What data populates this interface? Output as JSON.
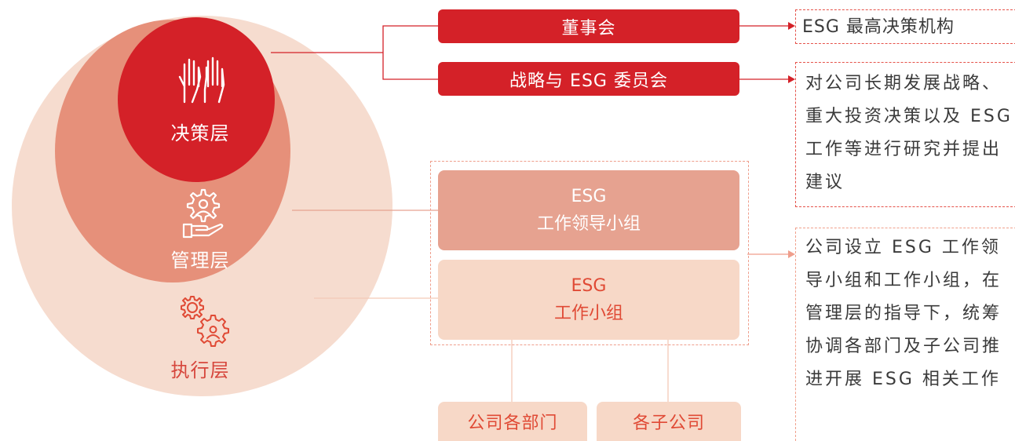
{
  "layers": {
    "decision": "决策层",
    "management": "管理层",
    "execution": "执行层"
  },
  "boxes": {
    "board": "董事会",
    "committee": "战略与 ESG 委员会",
    "lead_group_line1": "ESG",
    "lead_group_line2": "工作领导小组",
    "work_group_line1": "ESG",
    "work_group_line2": "工作小组",
    "departments": "公司各部门",
    "subsidiaries": "各子公司"
  },
  "descriptions": {
    "board": "ESG 最高决策机构",
    "committee": "对公司长期发展战略、重大投资决策以及 ESG 工作等进行研究并提出建议",
    "groups": "公司设立 ESG 工作领导小组和工作小组，在管理层的指导下，统筹协调各部门及子公司推进开展 ESG 相关工作"
  },
  "icons": {
    "decision": "raised-hands-icon",
    "management": "gear-person-icon",
    "execution": "gears-icon"
  },
  "colors": {
    "primary_red": "#d42128",
    "management": "#e6907a",
    "execution": "#f6dccf",
    "lead_group": "#e6a290",
    "work_group": "#f7d8c7"
  }
}
